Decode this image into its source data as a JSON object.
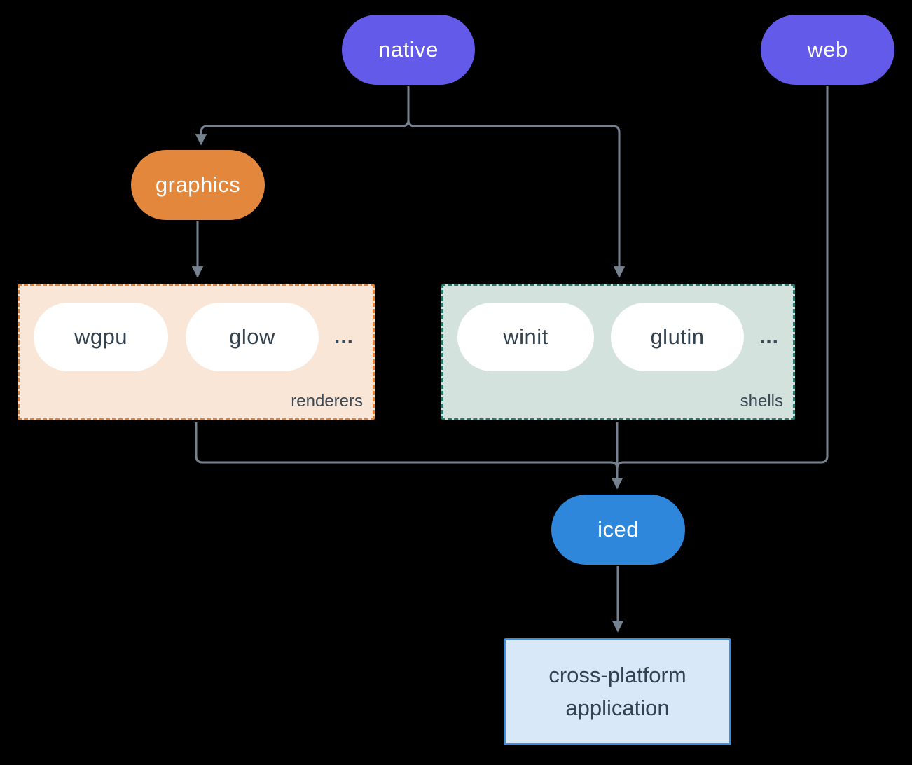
{
  "nodes": {
    "native": {
      "label": "native",
      "color": "#635AEA"
    },
    "web": {
      "label": "web",
      "color": "#635AEA"
    },
    "graphics": {
      "label": "graphics",
      "color": "#E2873B"
    },
    "iced": {
      "label": "iced",
      "color": "#2F87DB"
    },
    "application": {
      "label": "cross-platform application",
      "lines": [
        "cross-platform",
        "application"
      ],
      "fill": "#D8E8F8",
      "border": "#3D8FE2"
    }
  },
  "groups": {
    "renderers": {
      "label": "renderers",
      "items": [
        "wgpu",
        "glow"
      ],
      "ellipsis": "...",
      "fill": "#F9E6D7",
      "border": "#E0813A"
    },
    "shells": {
      "label": "shells",
      "items": [
        "winit",
        "glutin"
      ],
      "ellipsis": "...",
      "fill": "#D3E2DC",
      "border": "#26796A"
    }
  },
  "edges": [
    {
      "from": "native",
      "to": "graphics"
    },
    {
      "from": "native",
      "to": "shells"
    },
    {
      "from": "graphics",
      "to": "renderers"
    },
    {
      "from": "renderers",
      "to": "iced"
    },
    {
      "from": "shells",
      "to": "iced"
    },
    {
      "from": "web",
      "to": "iced"
    },
    {
      "from": "iced",
      "to": "application"
    }
  ],
  "colors": {
    "background": "#000000",
    "connector": "#76828F",
    "item_pill_fill": "#FFFFFF",
    "dark_text": "#33424F",
    "group_label_text": "#3A4A58"
  }
}
